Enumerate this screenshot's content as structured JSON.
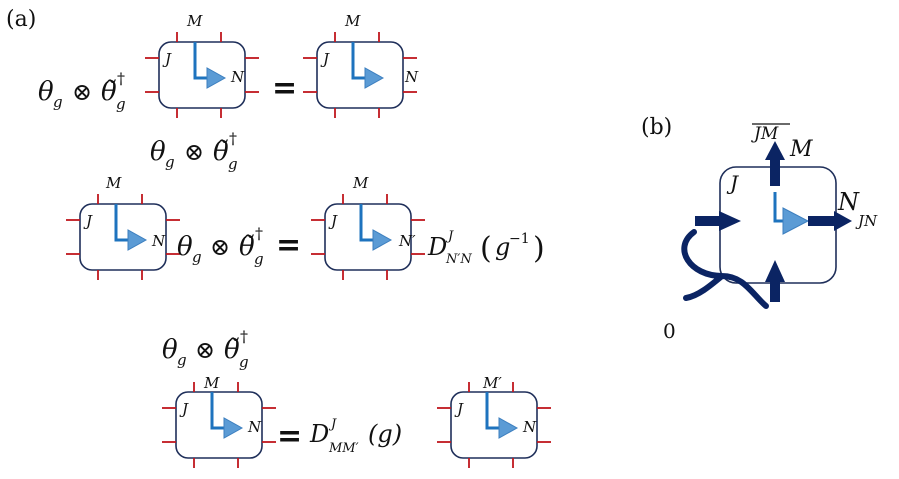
{
  "panel_a": {
    "label": "(a)",
    "row1": {
      "lhs_op_theta": "θ",
      "lhs_op_sub": "g",
      "lhs_op_otimes": "⊗",
      "lhs_op_tilde": "θ̃",
      "lhs_op_dagger": "†",
      "lhs_op_sub2": "g",
      "below_theta": "θ",
      "below_sub": "g",
      "below_otimes": "⊗",
      "below_tilde": "θ̃",
      "below_dagger": "†",
      "below_sub2": "g",
      "box1": {
        "top": "M",
        "left": "J",
        "right": "N"
      },
      "equals": "=",
      "box2": {
        "top": "M",
        "left": "J",
        "right": "N"
      }
    },
    "row2": {
      "box1": {
        "top": "M",
        "left": "J",
        "right": "N"
      },
      "op_theta": "θ",
      "op_sub": "g",
      "op_otimes": "⊗",
      "op_tilde": "θ̃",
      "op_dagger": "†",
      "op_sub2": "g",
      "equals": "=",
      "box2": {
        "top": "M",
        "left": "J",
        "right": "N′"
      },
      "factor_D": "D",
      "factor_sup": "J",
      "factor_sub": "N′N",
      "factor_arg_open": "(",
      "factor_arg": "g",
      "factor_arg_exp": "−1",
      "factor_arg_close": ")"
    },
    "row3": {
      "above_theta": "θ",
      "above_sub": "g",
      "above_otimes": "⊗",
      "above_tilde": "θ̃",
      "above_dagger": "†",
      "above_sub2": "g",
      "box1": {
        "top": "M",
        "left": "J",
        "right": "N"
      },
      "equals": "=",
      "factor_D": "D",
      "factor_sup": "J",
      "factor_sub": "MM′",
      "factor_arg": "(g)",
      "box2": {
        "top": "M′",
        "left": "J",
        "right": "N"
      }
    }
  },
  "panel_b": {
    "label": "(b)",
    "top_overline": "JM",
    "top_label": "M",
    "left_label": "J",
    "right_label": "N",
    "right_out_label": "JN",
    "bottom_label": "0"
  },
  "colors": {
    "box_outline": "#1f2f5a",
    "leg": "#c0171d",
    "blue_line": "#1e73be",
    "triangle": "#5b9bd5",
    "navy_arrow": "#0b2463"
  }
}
